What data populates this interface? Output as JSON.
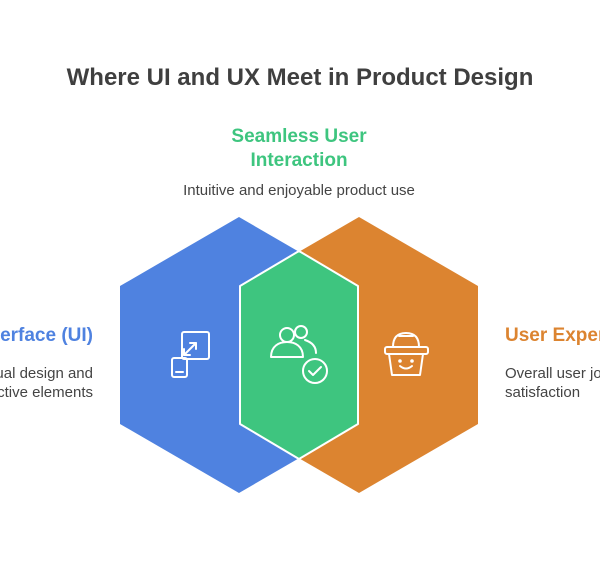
{
  "title": "Where UI and UX Meet in Product Design",
  "center": {
    "title_lines": [
      "Seamless User",
      "Interaction"
    ],
    "description": "Intuitive and enjoyable product use",
    "icon": "user-group-check-icon"
  },
  "left": {
    "title": "erface (UI)",
    "description_lines": [
      "ual design and",
      "ctive elements"
    ],
    "icon": "resize-device-icon"
  },
  "right": {
    "title": "User Exper",
    "description_lines": [
      "Overall user jo",
      "satisfaction"
    ],
    "icon": "smiling-basket-icon"
  },
  "colors": {
    "ui": "#4f82e0",
    "ux": "#dc8430",
    "overlap": "#3ec57f",
    "title": "#3f3f3f",
    "text": "#444444"
  }
}
